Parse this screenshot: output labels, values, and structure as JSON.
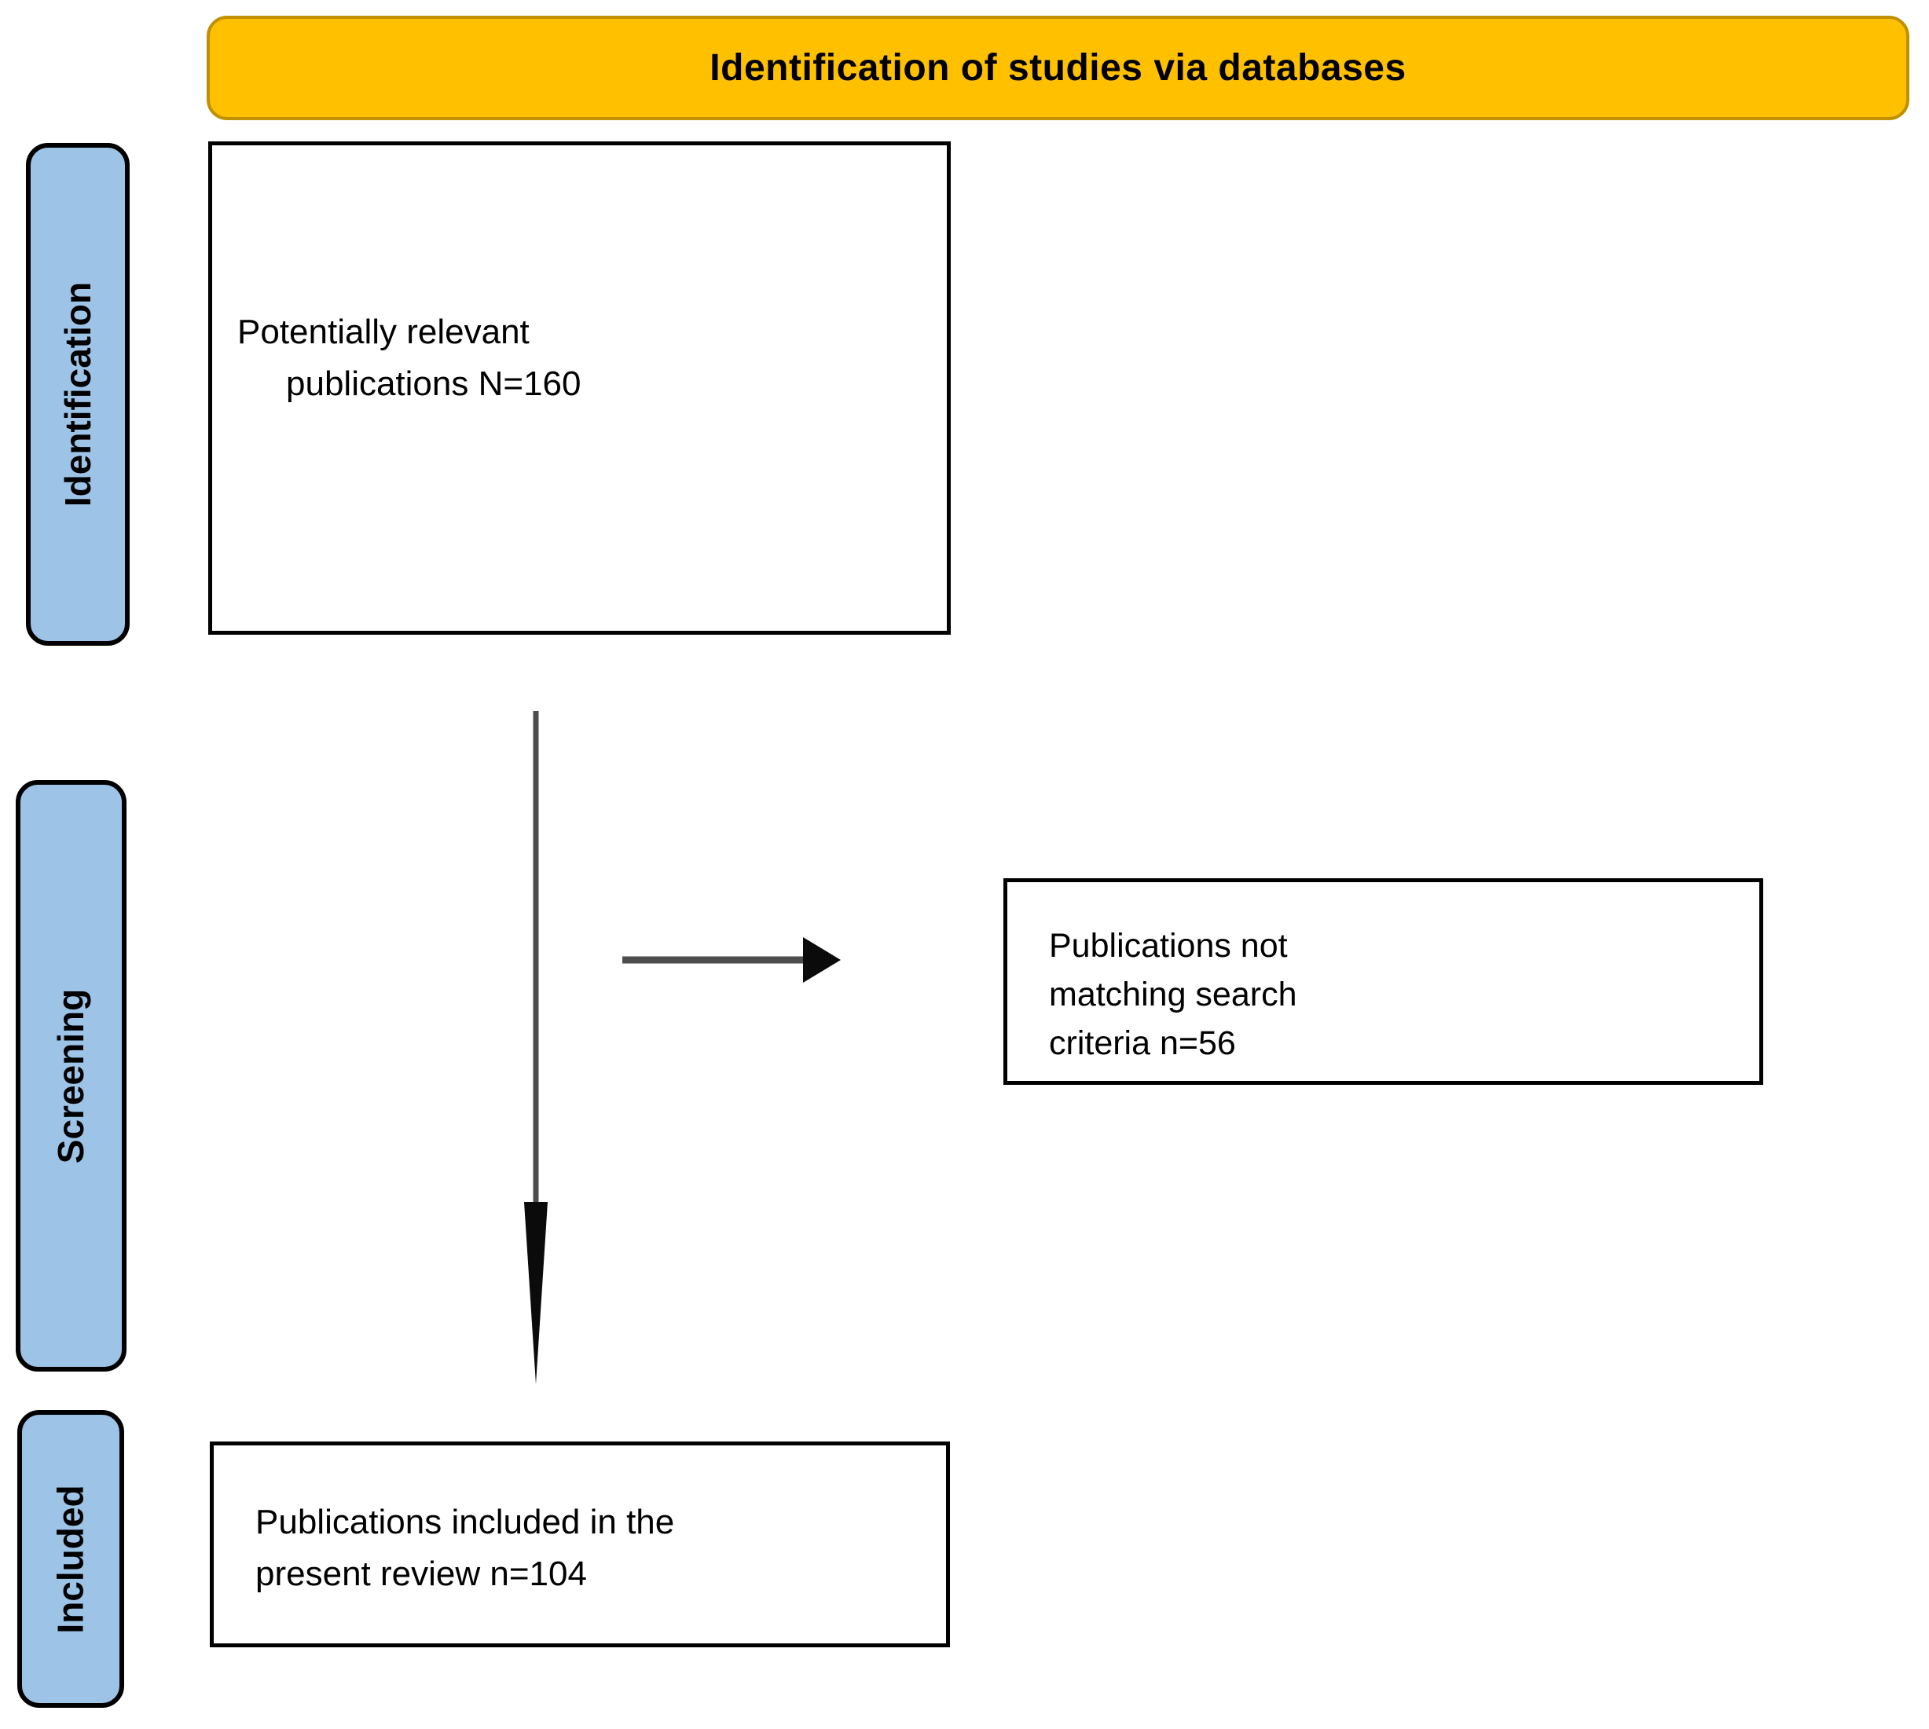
{
  "header": {
    "title": "Identification of studies via databases"
  },
  "stages": {
    "identification": "Identification",
    "screening": "Screening",
    "included": "Included"
  },
  "boxes": {
    "potentially_relevant": {
      "line1": "Potentially relevant",
      "line2": "publications N=160"
    },
    "not_matching": {
      "line1": "Publications not",
      "line2": "matching search",
      "line3": "criteria n=56"
    },
    "included_review": {
      "line1": "Publications included in the",
      "line2": "present review n=104"
    }
  },
  "colors": {
    "header_fill": "#FFC000",
    "header_border": "#BF9000",
    "stage_fill": "#9DC3E6",
    "box_border": "#000000",
    "arrow_shaft": "#4d4d4d",
    "arrow_head": "#0b0b0b"
  }
}
